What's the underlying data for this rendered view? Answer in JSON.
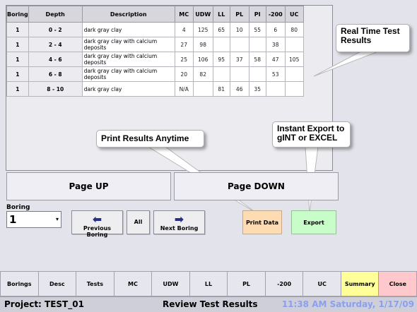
{
  "table": {
    "headers": [
      "Boring",
      "Depth",
      "Description",
      "MC",
      "UDW",
      "LL",
      "PL",
      "PI",
      "-200",
      "UC"
    ],
    "rows": [
      [
        "1",
        "0 - 2",
        "dark gray clay",
        "4",
        "125",
        "65",
        "10",
        "55",
        "6",
        "80"
      ],
      [
        "1",
        "2 - 4",
        "dark gray clay with calcium deposits",
        "27",
        "98",
        "",
        "",
        "",
        "38",
        ""
      ],
      [
        "1",
        "4 - 6",
        "dark gray clay with calcium deposits",
        "25",
        "106",
        "95",
        "37",
        "58",
        "47",
        "105"
      ],
      [
        "1",
        "6 - 8",
        "dark gray clay with calcium deposits",
        "20",
        "82",
        "",
        "",
        "",
        "53",
        ""
      ],
      [
        "1",
        "8 - 10",
        "dark gray clay",
        "N/A",
        "",
        "81",
        "46",
        "35",
        "",
        ""
      ]
    ]
  },
  "callouts": {
    "realtime": "Real Time Test Results",
    "print": "Print Results Anytime",
    "export": "Instant Export to gINT or EXCEL"
  },
  "paging": {
    "up": "Page UP",
    "down": "Page DOWN"
  },
  "boring": {
    "label": "Boring",
    "value": "1"
  },
  "nav": {
    "previous": "Previous Boring",
    "all": "All",
    "next": "Next Boring",
    "print": "Print Data",
    "export": "Export"
  },
  "tabs": [
    {
      "label": "Borings",
      "color": "#e6e6ee"
    },
    {
      "label": "Desc",
      "color": "#e6e6ee"
    },
    {
      "label": "Tests",
      "color": "#e6e6ee"
    },
    {
      "label": "MC",
      "color": "#e6e6ee"
    },
    {
      "label": "UDW",
      "color": "#e6e6ee"
    },
    {
      "label": "LL",
      "color": "#e6e6ee"
    },
    {
      "label": "PL",
      "color": "#e6e6ee"
    },
    {
      "label": "-200",
      "color": "#e6e6ee"
    },
    {
      "label": "UC",
      "color": "#e6e6ee"
    },
    {
      "label": "Summary",
      "color": "#ffff99"
    },
    {
      "label": "Close",
      "color": "#ffc8cc"
    }
  ],
  "status": {
    "project": "Project:  TEST_01",
    "screen": "Review Test Results",
    "clock": "11:38 AM Saturday, 1/17/09"
  },
  "icons": {
    "previous": "left-arrow-icon",
    "next": "right-arrow-icon",
    "dropdown": "chevron-down-icon"
  }
}
